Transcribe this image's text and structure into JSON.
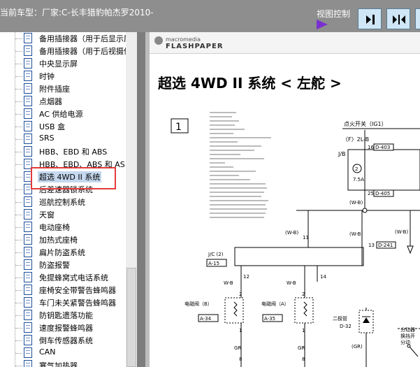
{
  "header": {
    "current_model_label": "当前车型：厂家:C-长丰猎豹帕杰罗2010-",
    "view_control_label": "视图控制"
  },
  "sidebar": {
    "items": [
      {
        "label": "备用插接器（用于后显示屏"
      },
      {
        "label": "备用插接器（用于后视摄像"
      },
      {
        "label": "中央显示屏"
      },
      {
        "label": "时钟"
      },
      {
        "label": "附件插座"
      },
      {
        "label": "点烟器"
      },
      {
        "label": "AC 供给电源"
      },
      {
        "label": "USB 盒"
      },
      {
        "label": "SRS"
      },
      {
        "label": "HBB、EBD 和 ABS"
      },
      {
        "label": "HBB、EBD、ABS 和 AS"
      },
      {
        "label": "超选 4WD II 系统"
      },
      {
        "label": "后差速器锁系统"
      },
      {
        "label": "巡航控制系统"
      },
      {
        "label": "天窗"
      },
      {
        "label": "电动座椅"
      },
      {
        "label": "加热式座椅"
      },
      {
        "label": "扁片防盗系统"
      },
      {
        "label": "防盗报警"
      },
      {
        "label": "免提蜂窝式电话系统"
      },
      {
        "label": "座椅安全带警告蜂鸣器"
      },
      {
        "label": "车门未关紧警告蜂鸣器"
      },
      {
        "label": "防钥匙遗落功能"
      },
      {
        "label": "速度报警蜂鸣器"
      },
      {
        "label": "倒车传感器系统"
      },
      {
        "label": "CAN"
      },
      {
        "label": "寒气加热器"
      }
    ],
    "selected_index": 11
  },
  "viewer": {
    "brand_top": "macromedia",
    "brand_bottom": "FLASHPAPER",
    "doc_title": "超选 4WD II 系统 < 左舵 >"
  },
  "diagram": {
    "page_number": "1",
    "ignition_label": "点火开关（IG1）",
    "fuse_label": "〈F〉2L-B",
    "jb_label": "J/B",
    "fuse_number": "2",
    "fuse_rating": "7.5A",
    "pin_16": "16",
    "pin_25": "25",
    "conn_d403": "D-403",
    "conn_d405": "D-405",
    "wire_wb": "(W-B)",
    "wire_wb_plain": "W-B",
    "wire_gr": "GR",
    "wire_gr_paren": "(GR)",
    "pin_11": "11",
    "pin_13": "13",
    "pin_12": "12",
    "pin_14": "14",
    "pin_8": "8",
    "pin_2": "2",
    "pin_1": "1",
    "conn_d241": "D-241",
    "jc_label": "J/C (2)",
    "conn_a15": "A-15",
    "solenoid_b": "电磁阀（B）",
    "solenoid_a": "电磁阀（A）",
    "conn_a34": "A-34",
    "conn_a35": "A-35",
    "diode_label": "二极管",
    "conn_d32": "D-32",
    "transfer_label": "分动器",
    "transfer_label2": "换挡开",
    "transfer_label3": "分动"
  }
}
